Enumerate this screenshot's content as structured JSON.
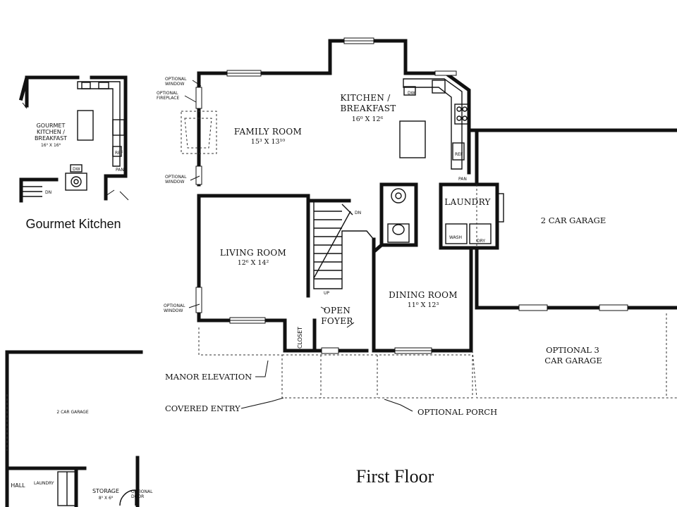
{
  "rooms": {
    "family_room": {
      "name": "FAMILY ROOM",
      "dim": "15³ X 13¹⁰"
    },
    "kitchen": {
      "name1": "KITCHEN /",
      "name2": "BREAKFAST",
      "dim": "16⁰ X 12⁶"
    },
    "living_room": {
      "name": "LIVING ROOM",
      "dim": "12⁶ X 14²"
    },
    "dining_room": {
      "name": "DINING ROOM",
      "dim": "11⁰ X 12³"
    },
    "laundry": {
      "name": "LAUNDRY"
    },
    "garage": {
      "name": "2 CAR GARAGE"
    },
    "optional_garage": {
      "name1": "OPTIONAL 3",
      "name2": "CAR GARAGE"
    },
    "foyer": {
      "name1": "OPEN",
      "name2": "FOYER"
    },
    "closet": {
      "name": "CLOSET"
    }
  },
  "fixtures": {
    "dw": "DW",
    "ref": "REF",
    "pan": "PAN",
    "wash": "WASH",
    "dry": "DRY",
    "dn": "DN",
    "up": "UP"
  },
  "notes": {
    "optional_window_1": [
      "OPTIONAL",
      "WINDOW"
    ],
    "optional_fireplace": [
      "OPTIONAL",
      "FIREPLACE"
    ],
    "optional_window_2": [
      "OPTIONAL",
      "WINDOW"
    ],
    "optional_window_3": [
      "OPTIONAL",
      "WINDOW"
    ]
  },
  "callouts": {
    "manor_elevation": "MANOR ELEVATION",
    "covered_entry": "COVERED ENTRY",
    "optional_porch": "OPTIONAL PORCH"
  },
  "gourmet": {
    "title1": "GOURMET",
    "title2": "KITCHEN /",
    "title3": "BREAKFAST",
    "dim": "16⁰ X 16⁶",
    "caption": "Gourmet Kitchen",
    "ref": "REF",
    "pan": "PAN",
    "dw": "DW",
    "dn": "DN"
  },
  "lower_left": {
    "garage": "2 CAR GARAGE",
    "hall": ": HALL",
    "laundry": "LAUNDRY",
    "storage": "STORAGE",
    "storage_dim": "8⁵ X 6⁸",
    "optional_door": [
      "OPTIONAL",
      "DOOR"
    ]
  },
  "caption": "First Floor"
}
